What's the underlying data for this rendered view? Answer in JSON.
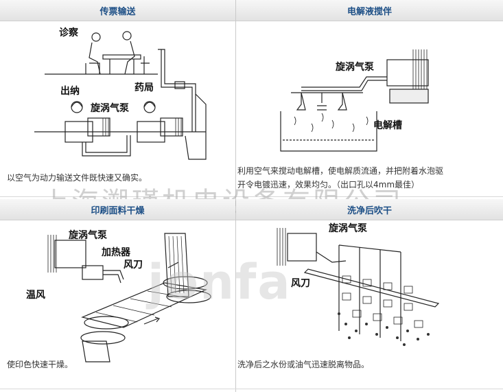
{
  "panels": [
    {
      "title": "传票输送",
      "labels": [
        "诊察",
        "出纳",
        "药局",
        "旋涡气泵"
      ],
      "caption": "以空气为动力输送文件既快速又确实。"
    },
    {
      "title": "电解液搅伴",
      "labels": [
        "旋涡气泵",
        "电解槽"
      ],
      "caption_lines": [
        "利用空气来搅动电解槽，使电解质流通，并把附着水泡驱",
        "开令电镀迅速，效果均匀。（出口孔以4mm最佳）"
      ]
    },
    {
      "title": "印刷面料干燥",
      "labels": [
        "旋涡气泵",
        "加热器",
        "风刀",
        "温风"
      ],
      "caption": "使印色快速干燥。"
    },
    {
      "title": "洗净后吹干",
      "labels": [
        "旋涡气泵",
        "风刀"
      ],
      "caption": "洗净后之水份或油气迅速脱离物品。"
    }
  ],
  "watermark": "上海溯瑾机电设备有限公司",
  "logo_watermark": "jonfa"
}
